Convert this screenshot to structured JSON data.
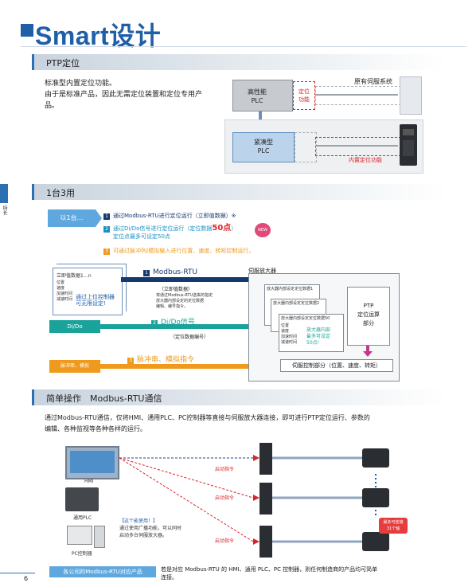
{
  "title": "Smart设计",
  "sections": {
    "ptp": "PTP定位",
    "one_to_three": "1台3用",
    "easy": "简单操作　Modbus-RTU通信"
  },
  "ptp": {
    "desc1": "标准型内置定位功能。",
    "desc2": "由于是标准产品，因此无需定位装置和定位专用产",
    "desc3": "品。",
    "hp_plc_line1": "高性能",
    "hp_plc_line2": "PLC",
    "pos_func_line1": "定位",
    "pos_func_line2": "功能",
    "servo_label": "原有伺服系统",
    "compact_line1": "紧凑型",
    "compact_line2": "PLC",
    "builtin": "内置定位功能"
  },
  "side_tab": "特长",
  "one": {
    "badge": "以1台…",
    "item1": "通过Modbus-RTU进行定位运行（立即值数据）※",
    "item2a": "通过Di/Do信号进行定位运行（定位数据",
    "item2b": "50点",
    "item2c": "）",
    "item2d": "定位点最多可设定50点",
    "item3": "可通过脉冲列/模拟输入进行位置、速度、转矩控制运行。",
    "new_badge": "NEW",
    "nums": [
      "1",
      "2",
      "3"
    ]
  },
  "diagram": {
    "doc_title": "立即值数据1…n",
    "doc_fields": [
      "位置",
      "速度",
      "加速时间",
      "减速时间"
    ],
    "host_note1": "通过上位控制器",
    "host_note2": "可无限设定!",
    "dido": "Di/Do",
    "pulse": "脉冲串、模拟",
    "modbus_label": "Modbus-RTU",
    "modbus_sub": "（立即值数据）",
    "modbus_note1": "将通过Modbus-RTU送来的指定",
    "modbus_note2": "放大器内部设定的定位数据",
    "modbus_note3": "编辑、编号指令。",
    "dido_label": "Di/Do信号",
    "dido_sub": "（定位数据编号）",
    "pulse_label": "脉冲串、模拟指令",
    "amp_title": "伺服放大器",
    "card1": "放大器内部设定定位数据1",
    "card2": "放大器内部设定定位数据2",
    "card3": "放大器内部设定定位数据50",
    "card_fields": [
      "位置",
      "速度",
      "加速时间",
      "减速时间"
    ],
    "amp_note1": "放大器内部",
    "amp_note2": "最多可设定",
    "amp_note3": "50点!",
    "ptp_calc1": "PTP",
    "ptp_calc2": "定位运算",
    "ptp_calc3": "部分",
    "servo_ctrl": "伺服控制部分（位置、速度、转矩）"
  },
  "easy": {
    "desc1": "通过Modbus-RTU通信，仅将HMI、通用PLC、PC控制器等直接与伺服放大器连接，即可进行PTP定位运行、参数的",
    "desc2": "编辑、各种监视等各种各样的运行。",
    "hmi": "HMI",
    "plc": "通用PLC",
    "pc": "PC控制器",
    "start_cmd": "启动指令",
    "tip1": "【这个能使用！】",
    "tip2": "通过使用广播功能，可以同时",
    "tip3": "启动多台伺服放大器。",
    "max_line1": "最多可连接",
    "max_line2": "31个轴",
    "footer_badge": "各公司的Modbus-RTU对应产品",
    "footer1": "若是对应 Modbus-RTU 的 HMI、通用 PLC、PC 控制器，则任何制造商的产品均可简单",
    "footer2": "连接。"
  },
  "page_number": "6",
  "colors": {
    "brand_blue": "#1f5fa8",
    "teal": "#1aa39a",
    "orange": "#ef9a1c",
    "navy": "#14396f",
    "red": "#d9252a",
    "magenta": "#c0398f"
  }
}
